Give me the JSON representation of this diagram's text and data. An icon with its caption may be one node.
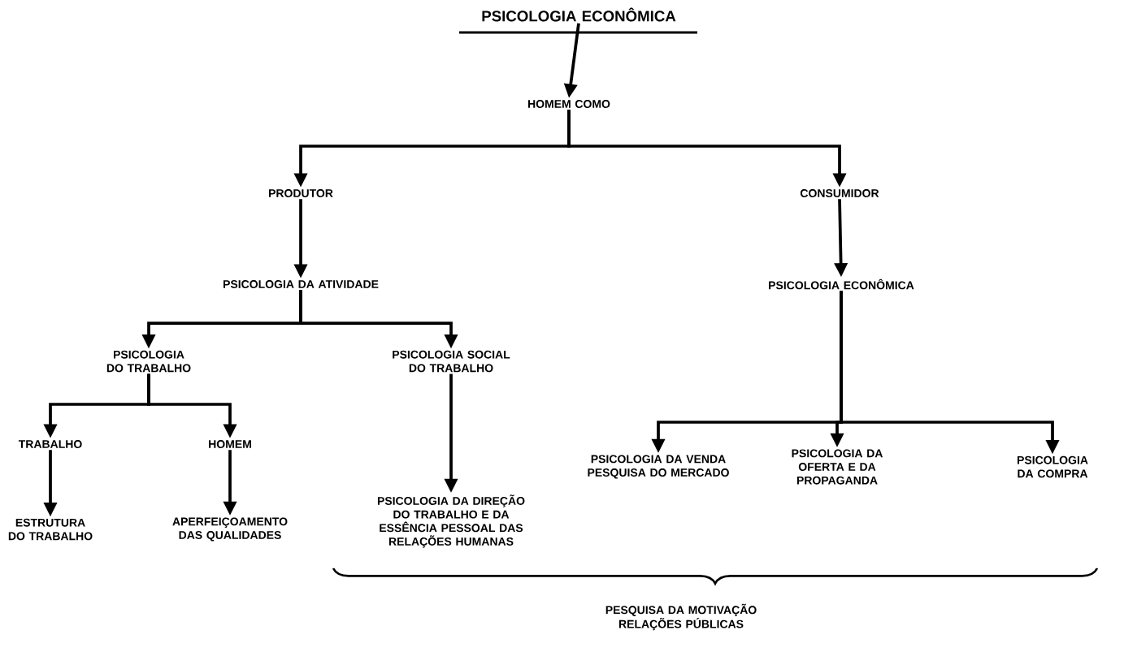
{
  "diagram": {
    "nodes": [
      {
        "text": [
          "PSICOLOGIA ECONÔMICA"
        ]
      },
      {
        "text": [
          "HOMEM COMO"
        ]
      },
      {
        "text": [
          "PRODUTOR"
        ]
      },
      {
        "text": [
          "CONSUMIDOR"
        ]
      },
      {
        "text": [
          "PSICOLOGIA DA ATIVIDADE"
        ]
      },
      {
        "text": [
          "PSICOLOGIA ECONÔMICA"
        ]
      },
      {
        "text": [
          "PSICOLOGIA DO TRABALHO"
        ]
      },
      {
        "text": [
          "PSICOLOGIA SOCIAL DO TRABALHO"
        ]
      },
      {
        "text": [
          "TRABALHO"
        ]
      },
      {
        "text": [
          "HOMEM"
        ]
      },
      {
        "text": [
          "PSICOLOGIA DA VENDA PESQUISA DO MERCADO"
        ]
      },
      {
        "text": [
          "PSICOLOGIA DA OFERTA E DA PROPAGANDA"
        ]
      },
      {
        "text": [
          "PSICOLOGIA DA COMPRA"
        ]
      },
      {
        "text": [
          "PSICOLOGIA DA DIREÇÃO DO TRABALHO E DA ESSÊNCIA PESSOAL DAS RELAÇÕES HUMANAS"
        ]
      },
      {
        "text": [
          "ESTRUTURA DO TRABALHO"
        ]
      },
      {
        "text": [
          "APERFEIÇOAMENTO DAS QUALIDADES"
        ]
      }
    ],
    "edges": [
      {
        "from": 0,
        "to": 1,
        "arrow": "to"
      },
      {
        "from": 1,
        "to": 2,
        "arrow": "to"
      },
      {
        "from": 1,
        "to": 3,
        "arrow": "to"
      },
      {
        "from": 2,
        "to": 4,
        "arrow": "to"
      },
      {
        "from": 3,
        "to": 5,
        "arrow": "to"
      },
      {
        "from": 4,
        "to": 6,
        "arrow": "to"
      },
      {
        "from": 4,
        "to": 7,
        "arrow": "to"
      },
      {
        "from": 6,
        "to": 8,
        "arrow": "to"
      },
      {
        "from": 6,
        "to": 9,
        "arrow": "to"
      },
      {
        "from": 7,
        "to": 13,
        "arrow": "to"
      },
      {
        "from": 5,
        "to": 10,
        "arrow": "to"
      },
      {
        "from": 5,
        "to": 11,
        "arrow": "to"
      },
      {
        "from": 5,
        "to": 12,
        "arrow": "to"
      },
      {
        "from": 8,
        "to": 14,
        "arrow": "to"
      },
      {
        "from": 9,
        "to": 15,
        "arrow": "to"
      }
    ],
    "labels": [
      "PESQUISA DA MOTIVAÇÃO RELAÇÕES PÚBLICAS"
    ]
  }
}
